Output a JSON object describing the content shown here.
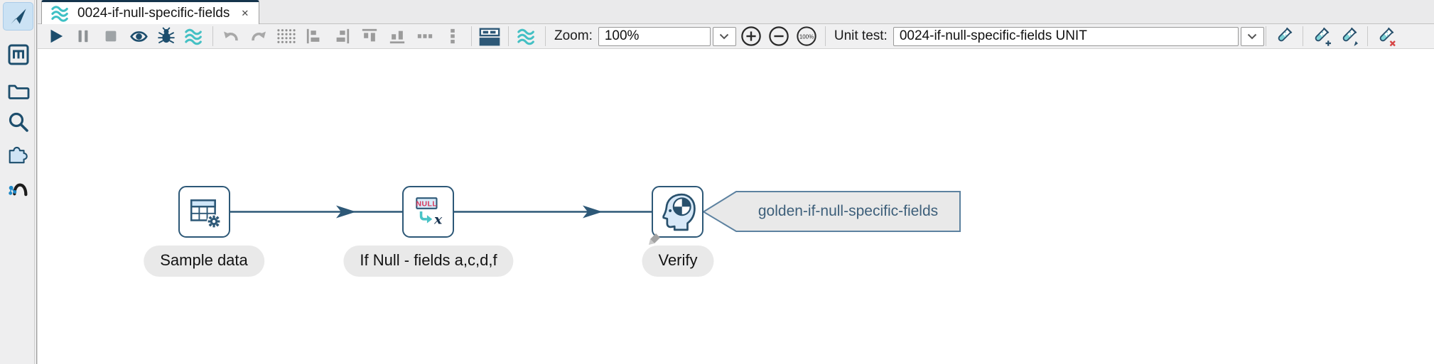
{
  "tab": {
    "title": "0024-if-null-specific-fields",
    "close_glyph": "✕"
  },
  "toolbar": {
    "zoom_label": "Zoom:",
    "zoom_value": "100%",
    "zoom_reset_label": "100%",
    "unit_test_label": "Unit test:",
    "unit_test_value": "0024-if-null-specific-fields UNIT",
    "icons": [
      "run",
      "pause",
      "stop",
      "preview",
      "debug",
      "hop-waves",
      "undo",
      "redo",
      "snap-to-grid",
      "align-left",
      "align-right",
      "align-top",
      "align-bottom",
      "distribute-horizontally",
      "distribute-vertically",
      "execution-results-panel",
      "pipeline-properties",
      "zoom-in",
      "zoom-out",
      "zoom-reset",
      "unit-test",
      "add-unit-test",
      "edit-unit-test",
      "delete-unit-test"
    ]
  },
  "sidebar": {
    "items": [
      "data-orchestration",
      "metadata",
      "file-explorer",
      "search",
      "plugins",
      "neo4j"
    ]
  },
  "canvas": {
    "transforms": [
      {
        "name": "Sample data",
        "type": "data-grid"
      },
      {
        "name": "If Null - fields a,c,d,f",
        "type": "if-null",
        "icon_text": "NULL",
        "icon_x": "x"
      },
      {
        "name": "Verify",
        "type": "golden-verify"
      }
    ],
    "golden_marker": "golden-if-null-specific-fields"
  },
  "colors": {
    "navy": "#1d4e6d",
    "teal": "#44c0c4",
    "null_red": "#d7365a",
    "callout_border": "#5d82a0"
  }
}
